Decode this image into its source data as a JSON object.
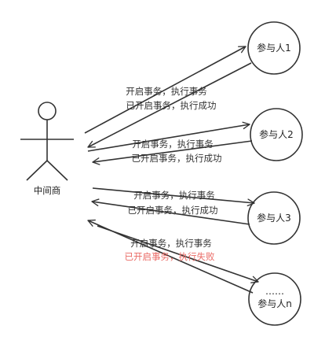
{
  "broker": {
    "label": "中间商"
  },
  "participants": [
    {
      "label": "参与人1"
    },
    {
      "label": "参与人2"
    },
    {
      "label": "参与人3"
    },
    {
      "label": "参与人n",
      "ellipsis": "……"
    }
  ],
  "edges": [
    {
      "forward_label": "开启事务，执行事务",
      "back_label": "已开启事务，执行成功",
      "back_status": "success"
    },
    {
      "forward_label": "开启事务，执行事务",
      "back_label": "已开启事务，执行成功",
      "back_status": "success"
    },
    {
      "forward_label": "开启事务，执行事务",
      "back_label": "已开启事务，执行成功",
      "back_status": "success"
    },
    {
      "forward_label": "开启事务，执行事务",
      "back_label": "已开启事务，执行失败",
      "back_status": "failure"
    }
  ],
  "colors": {
    "stroke": "#333333",
    "text": "#333333",
    "failure_text": "#ea6b66"
  }
}
